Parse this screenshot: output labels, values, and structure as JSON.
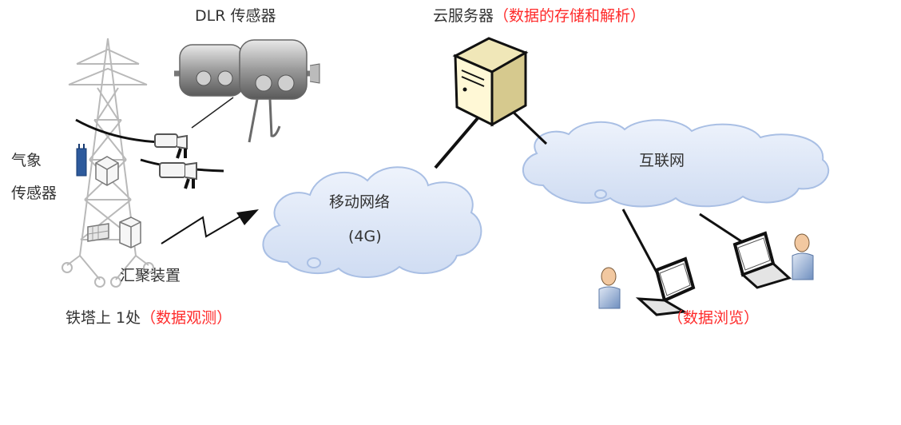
{
  "labels": {
    "dlr_sensor": "DLR 传感器",
    "cloud_server": "云服务器",
    "cloud_server_note": "（数据的存储和解析）",
    "weather_sensor_line1": "气象",
    "weather_sensor_line2": "传感器",
    "aggregator": "汇聚装置",
    "tower_location": "铁塔上 1处",
    "tower_note": "（数据观测）",
    "mobile_network": "移动网络",
    "mobile_network_sub": "(4G)",
    "internet": "互联网",
    "browse_note": "（数据浏览）"
  },
  "colors": {
    "text": "#333333",
    "highlight": "#ff2a2a",
    "cloud_fill": "#dbe6f7",
    "cloud_stroke": "#a9bfe4",
    "link": "#111111"
  },
  "icons": [
    "transmission-tower-icon",
    "dlr-sensor-photo",
    "server-icon",
    "cloud-icon",
    "laptop-icon",
    "user-icon",
    "lightning-arrow-icon"
  ]
}
